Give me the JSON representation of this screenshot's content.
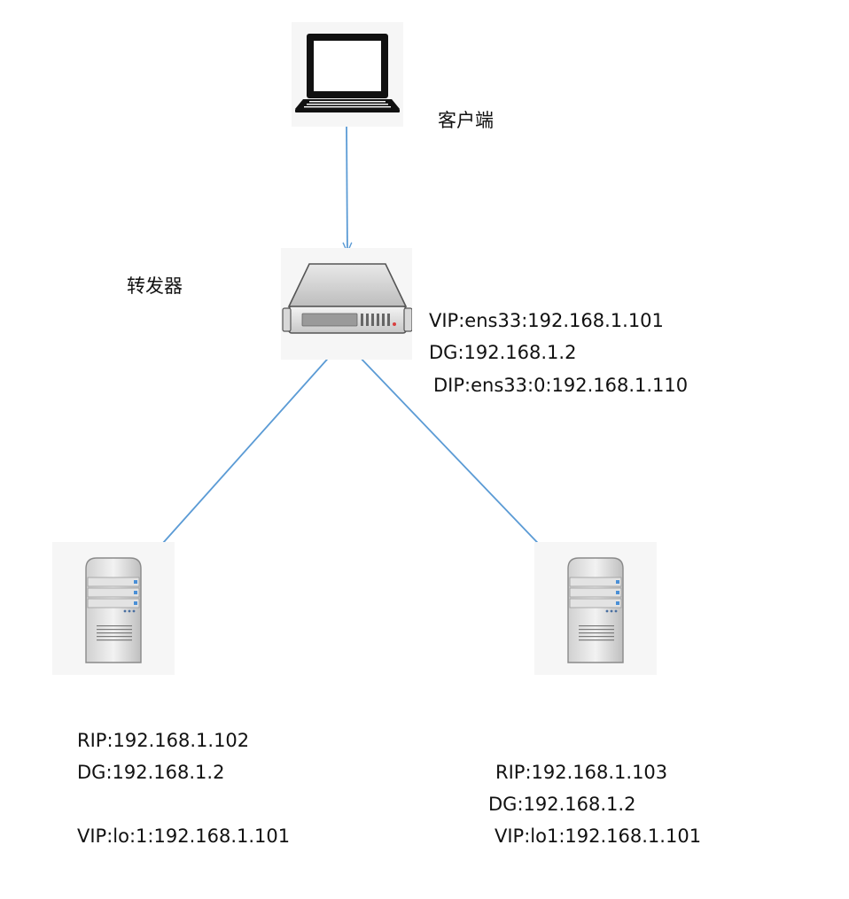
{
  "nodes": {
    "client": {
      "label": "客户端",
      "icon": "laptop-icon"
    },
    "director": {
      "label": "转发器",
      "icon": "rack-server-icon",
      "lines": [
        "VIP:ens33:192.168.1.101",
        "DG:192.168.1.2",
        "DIP:ens33:0:192.168.1.110"
      ]
    },
    "real_server_1": {
      "icon": "tower-server-icon",
      "lines": [
        "RIP:192.168.1.102",
        "DG:192.168.1.2",
        "VIP:lo:1:192.168.1.101"
      ]
    },
    "real_server_2": {
      "icon": "tower-server-icon",
      "lines": [
        "RIP:192.168.1.103",
        "DG:192.168.1.2",
        "VIP:lo1:192.168.1.101"
      ]
    }
  },
  "edges": [
    {
      "from": "client",
      "to": "director"
    },
    {
      "from": "director",
      "to": "real_server_1"
    },
    {
      "from": "director",
      "to": "real_server_2"
    }
  ],
  "colors": {
    "arrow": "#5b9bd5",
    "text": "#111111"
  }
}
